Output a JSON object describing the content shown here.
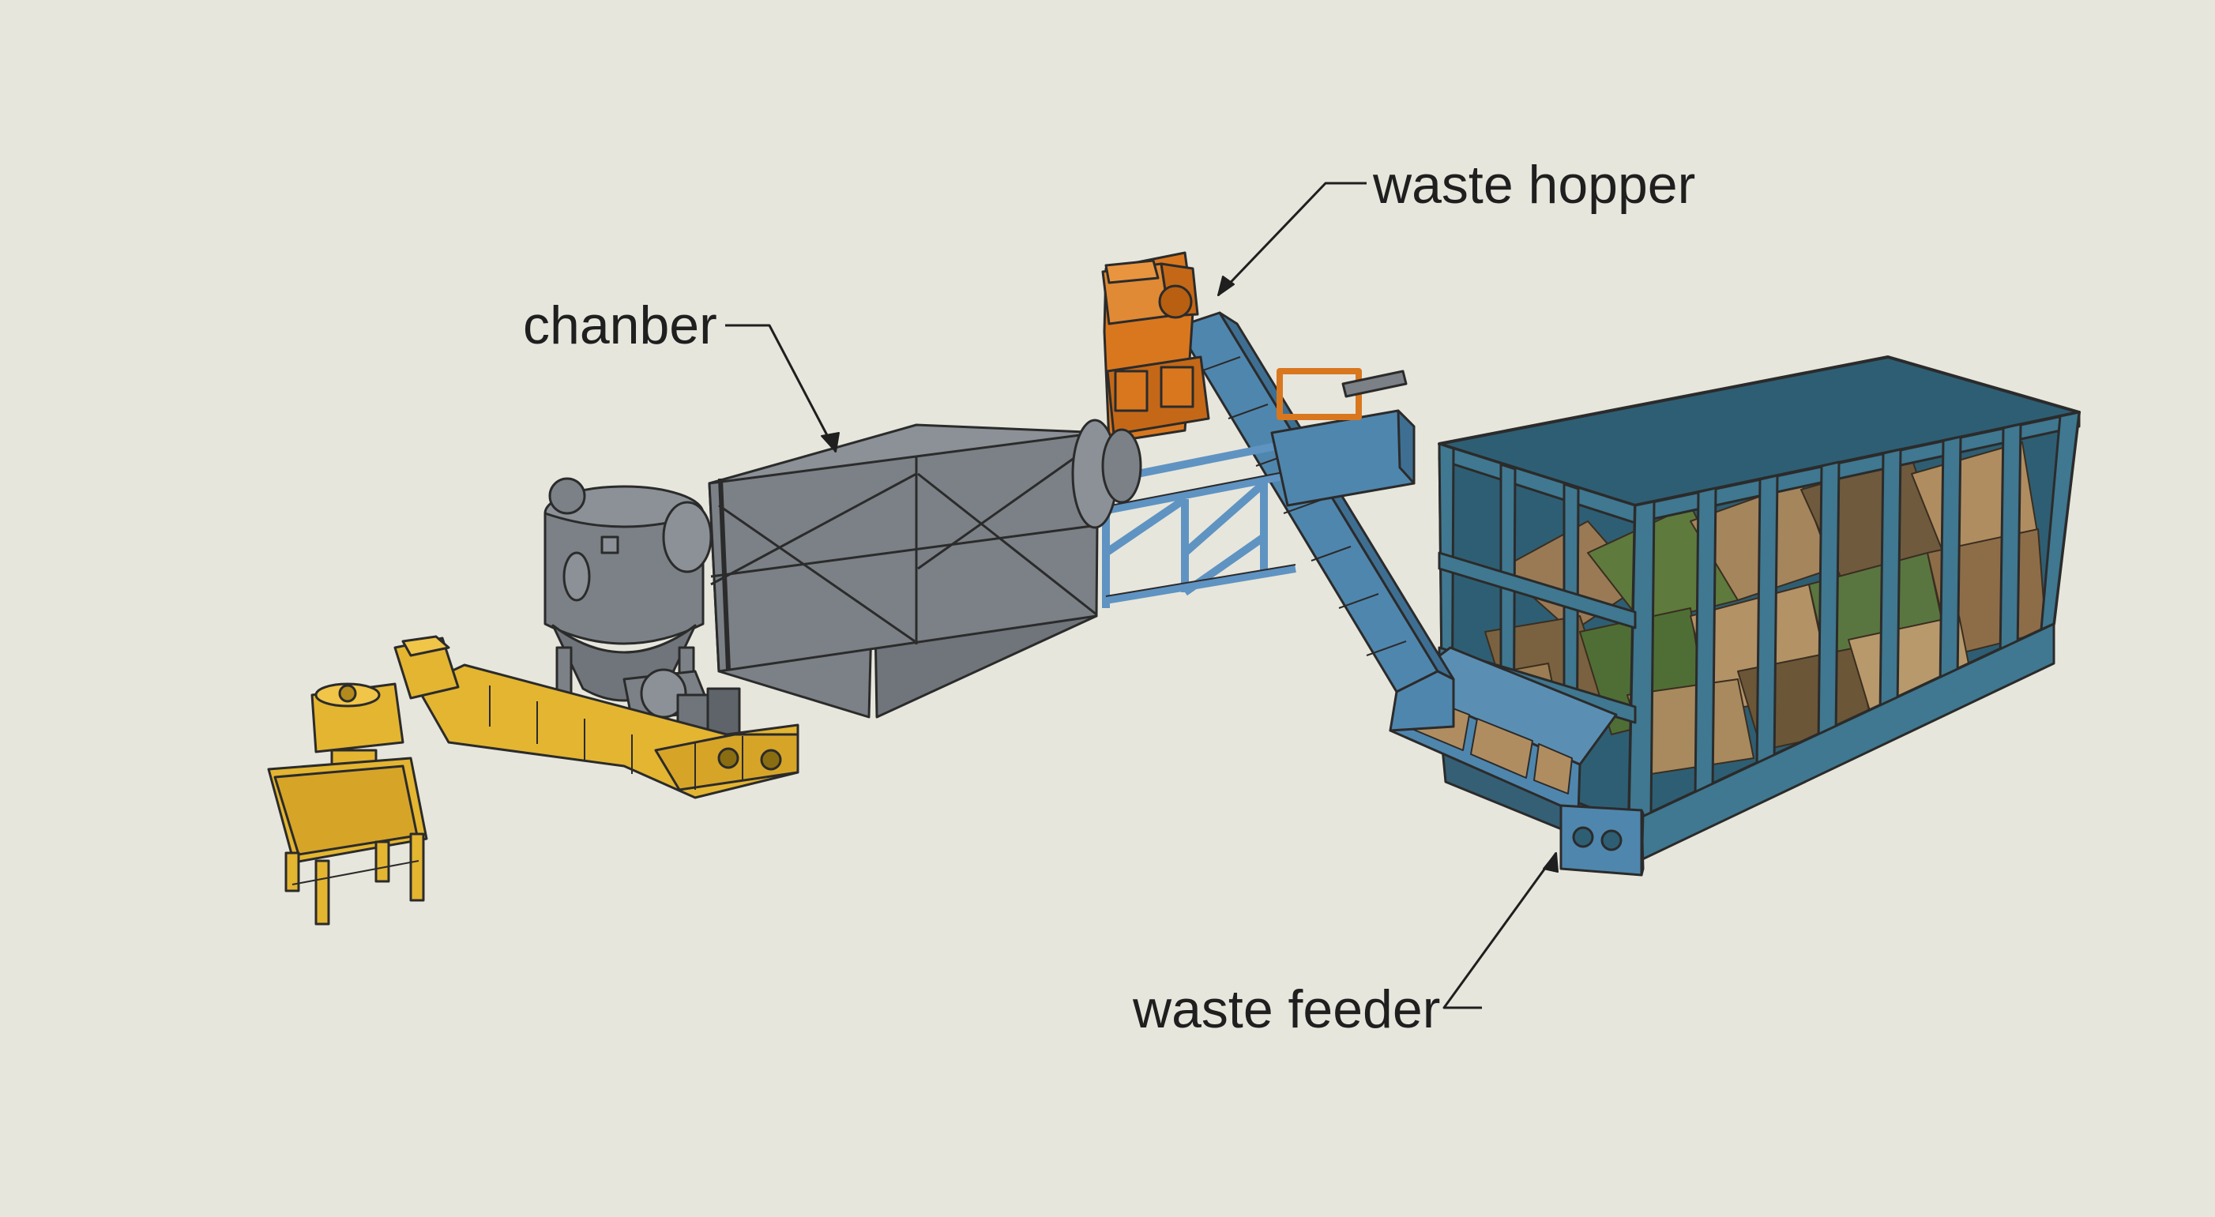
{
  "labels": {
    "chamber": "chanber",
    "hopper": "waste hopper",
    "feeder": "waste feeder"
  },
  "colors": {
    "background": "#e7e6dc",
    "chamber": "#7b8186",
    "hopper": "#d9771f",
    "feeder": "#4f86ad",
    "container": "#3f7890",
    "ash_unit": "#e3b531",
    "frame": "#5f93c2",
    "line": "#2b2b2b"
  }
}
